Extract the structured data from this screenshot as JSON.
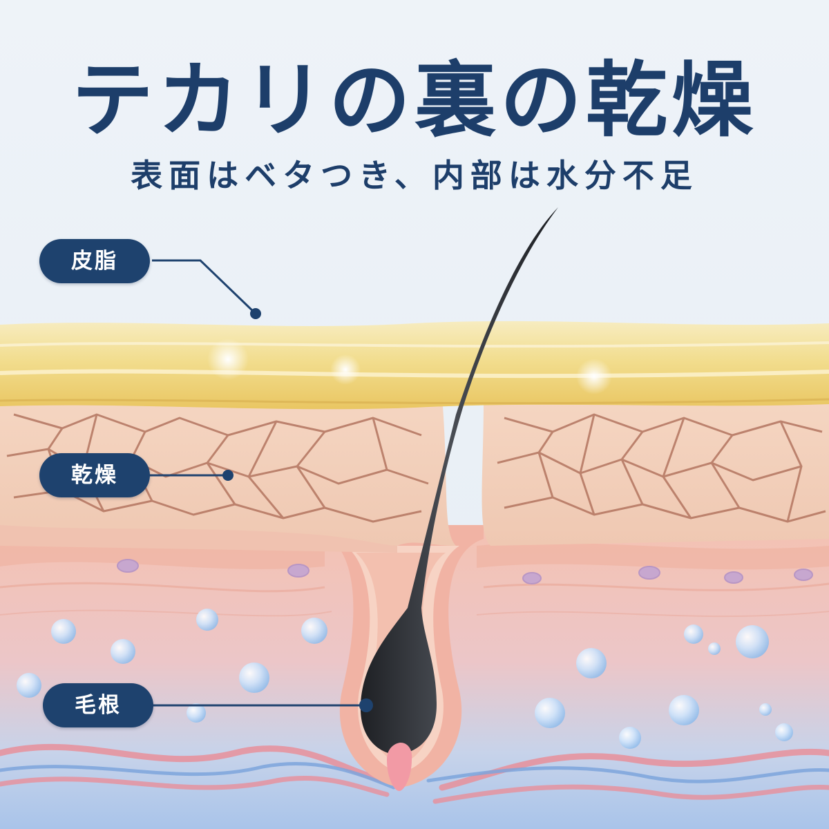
{
  "title": "テカリの裏の乾燥",
  "subtitle": "表面はベタつき、内部は水分不足",
  "labels": {
    "sebum": "皮脂",
    "dryness": "乾燥",
    "hair_root": "毛根"
  },
  "colors": {
    "navy": "#1e426e",
    "sebum": "#f1dc8c",
    "skin": "#f3d1bc",
    "dermis": "#f2b8a8",
    "hair": "#2b2e33",
    "background": "#e9eff6"
  }
}
